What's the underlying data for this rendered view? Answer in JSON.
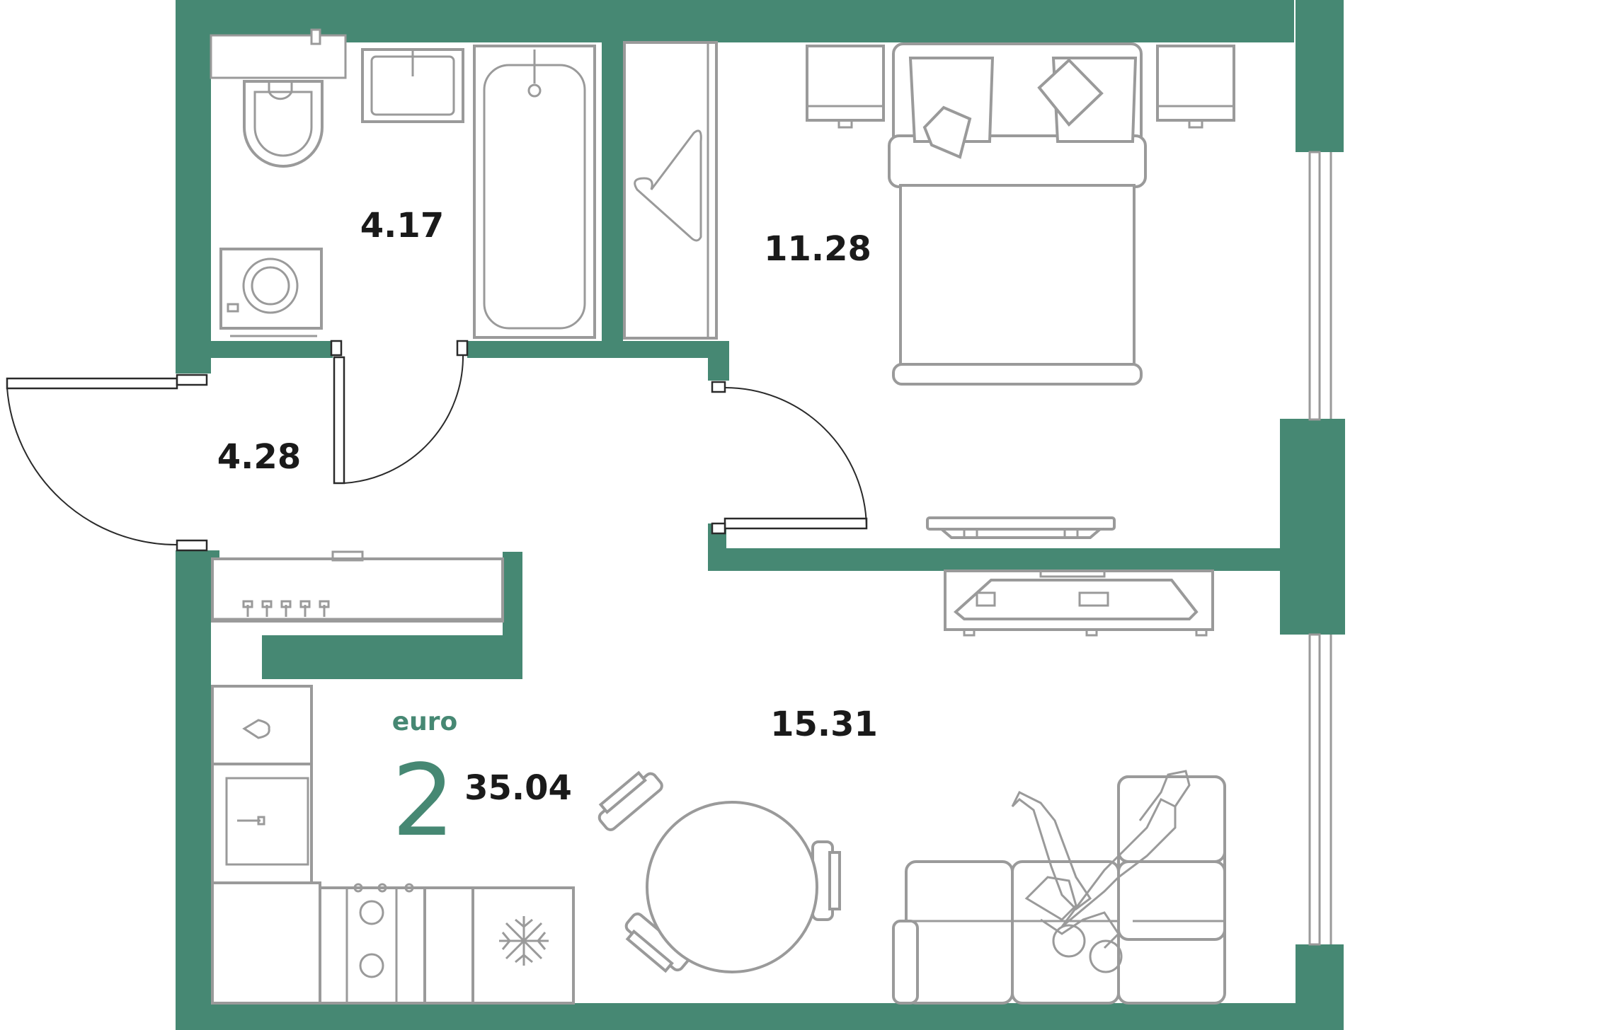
{
  "plan": {
    "colors": {
      "wall": "#468873",
      "furniture": "#9a9a9a",
      "door": "#2a2a2a"
    },
    "rooms": {
      "bathroom_area": "4.17",
      "hall_area": "4.28",
      "bedroom_area": "11.28",
      "living_area": "15.31"
    },
    "apartment": {
      "type_label": "euro",
      "rooms_count": "2",
      "total_area": "35.04"
    },
    "icons": [
      "toilet-icon",
      "sink-icon",
      "bathtub-icon",
      "washing-machine-icon",
      "hanger-icon",
      "bed-icon",
      "nightstand-icon",
      "tv-icon",
      "stove-icon",
      "fridge-icon",
      "dining-table-icon",
      "sofa-icon",
      "people-icon",
      "door-icon",
      "window-icon"
    ]
  }
}
